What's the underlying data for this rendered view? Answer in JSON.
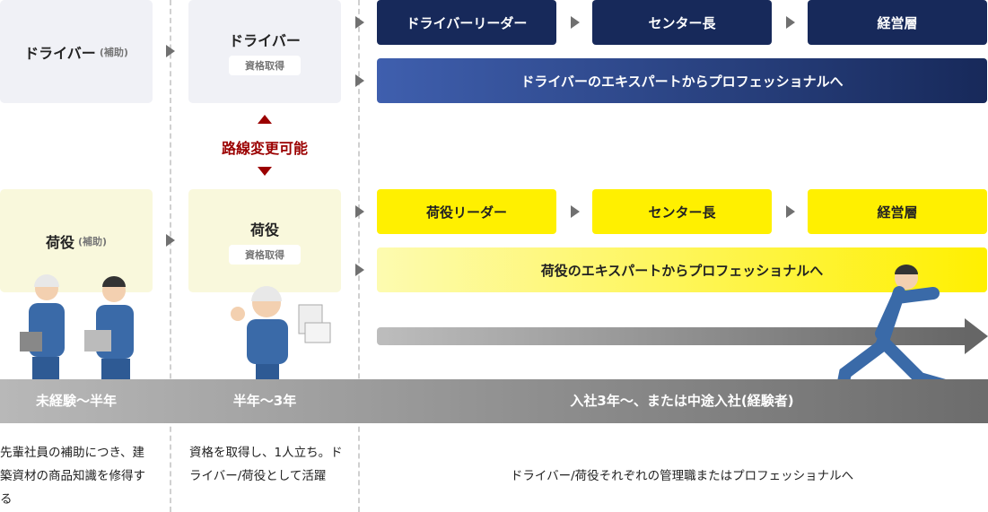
{
  "stage1": {
    "driver": "ドライバー",
    "driver_sub": "(補助)",
    "cargo": "荷役",
    "cargo_sub": "(補助)"
  },
  "stage2": {
    "driver": "ドライバー",
    "cargo": "荷役",
    "tag": "資格取得",
    "switch": "路線変更可能"
  },
  "driver_path": {
    "steps": [
      "ドライバーリーダー",
      "センター長",
      "経営層"
    ],
    "expert": "ドライバーのエキスパートからプロフェッショナルへ"
  },
  "cargo_path": {
    "steps": [
      "荷役リーダー",
      "センター長",
      "経営層"
    ],
    "expert": "荷役のエキスパートからプロフェッショナルへ"
  },
  "periods": [
    "未経験～半年",
    "半年～3年",
    "入社3年〜、または中途入社(経験者)"
  ],
  "descriptions": [
    "先輩社員の補助につき、建築資材の商品知識を修得する",
    "資格を取得し、1人立ち。ドライバー/荷役として活躍",
    "ドライバー/荷役それぞれの管理職またはプロフェッショナルへ"
  ],
  "colors": {
    "navy": "#17295a",
    "yellow": "#fff000",
    "red": "#9b0000"
  }
}
